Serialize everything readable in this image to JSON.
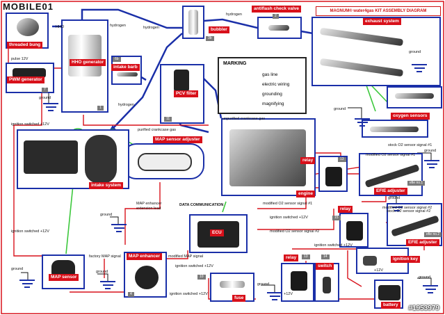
{
  "header": {
    "logo": "MOBILE01",
    "title": "MAGNUM® water4gas KIT ASSEMBLY DIAGRAM",
    "watermark": "#1953979"
  },
  "legend": {
    "heading": "MARKING",
    "items": [
      "gas line",
      "electric wiring",
      "grounding",
      "magnifying"
    ],
    "colors": {
      "gas_line": "#1a2fa8",
      "electric_wiring": "#d8101a",
      "grounding": "#111111",
      "magnifying": "#3cc83c"
    }
  },
  "components": {
    "threaded_bung": "threaded bung",
    "pwm_generator": "PWM generator",
    "hho_generator": "HHO generator",
    "intake_barb": "intake barb",
    "bubbler": "bubbler",
    "antiflash_check_valve": "antiflash check valve",
    "exhaust_system": "exhaust system",
    "oxygen_sensors": "oxygen sensors",
    "pcv_filter": "PCV filter",
    "map_sensor_adjuster": "MAP sensor adjuster",
    "intake_system": "intake system",
    "engine": "engine",
    "ecu": "ECU",
    "efie_adjuster_1": "EFIE adjuster",
    "efie_adjuster_2": "EFIE adjuster",
    "relay_1": "relay",
    "relay_2": "relay",
    "relay_3": "relay",
    "ignition_key": "ignition key",
    "switch": "switch",
    "fuse": "fuse",
    "battery": "battery",
    "map_sensor": "MAP sensor",
    "map_enhancer": "MAP enhancer"
  },
  "numbers": {
    "pwm_generator": "7",
    "hho_generator": "1",
    "intake_barb": "6b",
    "bubbler": "3b",
    "antiflash_check_valve": "2",
    "pcv_filter": "11",
    "map_enhancer": "4",
    "relay_1": "13",
    "relay_2": "15",
    "relay_3": "13",
    "switch": "14",
    "fuse": "10",
    "efie_1": "efie no.1",
    "efie_2": "efie no.2"
  },
  "annotations": {
    "hho": "HHO",
    "hydrogen_1": "hydrogen",
    "hydrogen_2": "hydrogen",
    "hydrogen_3": "hydrogen",
    "hydrogen_4": "hydrogen",
    "pulse": "pulse 12V",
    "ground_1": "ground",
    "ground_2": "ground",
    "ground_3": "ground",
    "ground_4": "ground",
    "ground_5": "ground",
    "ground_6": "ground",
    "ground_7": "ground",
    "ground_8": "ground",
    "ground_9": "ground",
    "ground_10": "ground",
    "ign_1": "ignition switched +12V",
    "ign_2": "ignition switched +12V",
    "ign_3": "ignition switched +12V",
    "ign_4": "ignition switched +12V",
    "ign_5": "ignition switched +12V",
    "ign_6": "ignition switched +12V",
    "purified": "purified crankcase gas",
    "unpurified": "unpurified crankcase gas",
    "map_enh_ext": "MAP enhancer extension lead",
    "data_comm": "DATA COMMUNICATION",
    "mod_o2_1": "modified O2 sensor signal #1",
    "mod_o2_2": "modified O2 sensor signal #2",
    "mod_o2_1b": "modified O2 sensor signal #1",
    "mod_o2_2b": "modified O2 sensor signal #2",
    "stock_o2_1": "stock O2 sensor signal #1",
    "stock_o2_2": "stock O2 sensor signal #2",
    "factory_map": "factory MAP signal",
    "modified_map": "modified MAP signal",
    "plus12": "+12V",
    "plus12b": "+12V"
  }
}
